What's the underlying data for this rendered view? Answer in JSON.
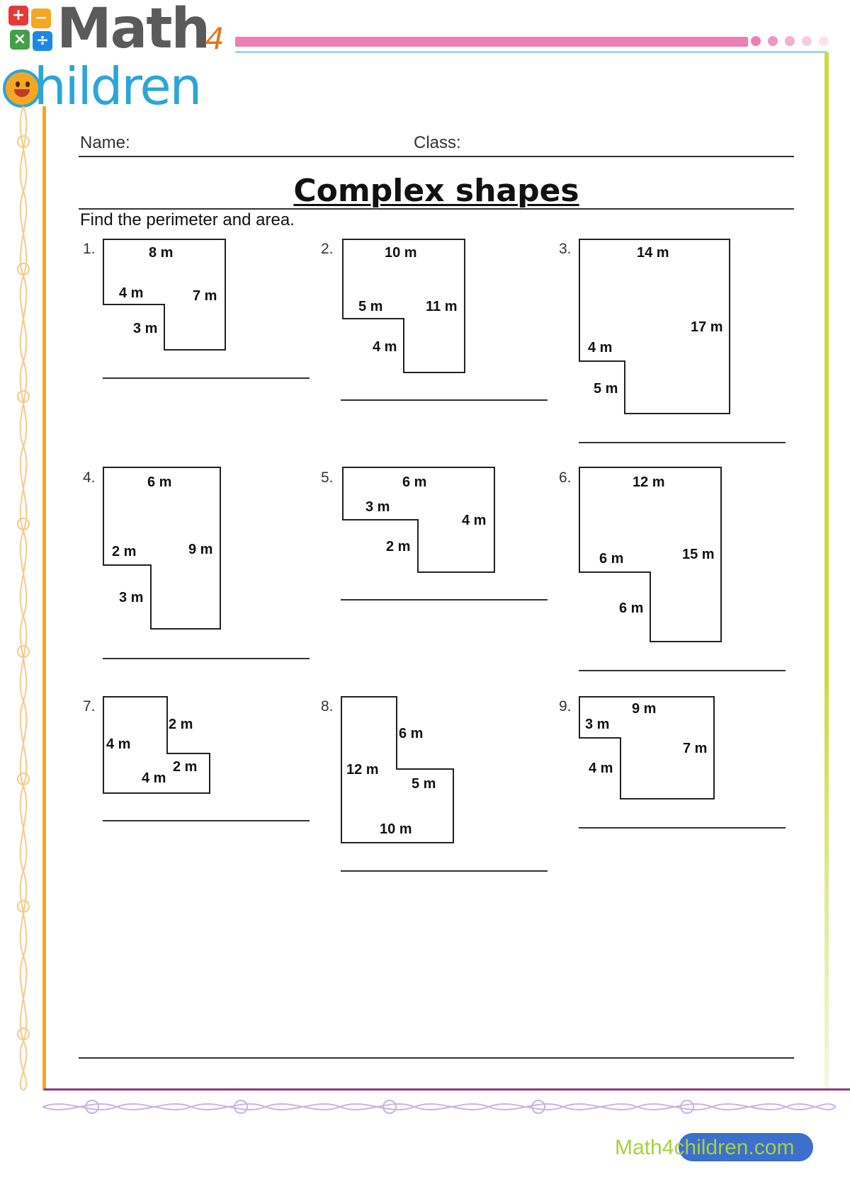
{
  "logo": {
    "math": "Math",
    "four": "4",
    "children": "hildren",
    "blocks": [
      "+",
      "−",
      "×",
      "÷"
    ]
  },
  "header": {
    "name_label": "Name:",
    "class_label": "Class:"
  },
  "title": "Complex shapes",
  "instructions": "Find the perimeter and area.",
  "problems": [
    {
      "number": "1.",
      "labels": [
        "8  m",
        "4  m",
        "7  m",
        "3  m"
      ]
    },
    {
      "number": "2.",
      "labels": [
        "10  m",
        "5  m",
        "11  m",
        "4  m"
      ]
    },
    {
      "number": "3.",
      "labels": [
        "14  m",
        "17  m",
        "4  m",
        "5  m"
      ]
    },
    {
      "number": "4.",
      "labels": [
        "6  m",
        "2  m",
        "9  m",
        "3  m"
      ]
    },
    {
      "number": "5.",
      "labels": [
        "6  m",
        "3  m",
        "4  m",
        "2  m"
      ]
    },
    {
      "number": "6.",
      "labels": [
        "12  m",
        "6  m",
        "15  m",
        "6  m"
      ]
    },
    {
      "number": "7.",
      "labels": [
        "2  m",
        "4  m",
        "2  m",
        "4  m"
      ]
    },
    {
      "number": "8.",
      "labels": [
        "6  m",
        "12  m",
        "5  m",
        "10  m"
      ]
    },
    {
      "number": "9.",
      "labels": [
        "9  m",
        "3  m",
        "7  m",
        "4  m"
      ]
    }
  ],
  "footer": {
    "site": "Math4children.com"
  },
  "colors": {
    "pink_bar": "#ec7fb5",
    "orange_border": "#f6a623",
    "green_border": "#c8dc3c",
    "purple_line": "#8e3a78",
    "pill_blue": "#3d6fcc",
    "link_green": "#a7d13a"
  }
}
